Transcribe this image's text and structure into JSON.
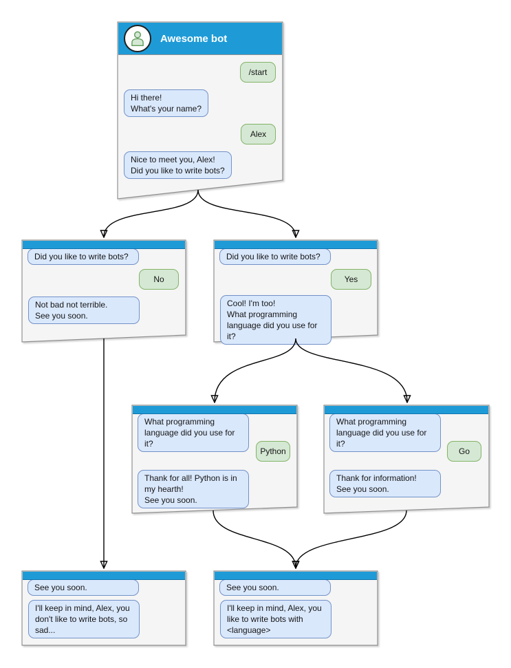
{
  "colors": {
    "titlebar_blue": "#1e9bd7",
    "titlebar_edge": "#0f74ad",
    "window_bg": "#f5f5f5",
    "window_border": "#8f8f8f",
    "bot_bubble_bg": "#dae8fc",
    "bot_bubble_border": "#7191c7",
    "user_bubble_bg": "#d5e8d4",
    "user_bubble_border": "#82b366",
    "arrow": "#000000"
  },
  "main_window": {
    "title": "Awesome bot",
    "messages": {
      "start": "/start",
      "greeting": "Hi there!\nWhat's your name?",
      "name": "Alex",
      "meet": "Nice to meet you, Alex!\nDid you like to write bots?"
    }
  },
  "no_branch": {
    "question": "Did you like to write bots?",
    "answer": "No",
    "reply": "Not bad not terrible.\nSee you soon."
  },
  "yes_branch": {
    "question": "Did you like to write bots?",
    "answer": "Yes",
    "reply": "Cool! I'm too!\nWhat programming\nlanguage did you use for it?"
  },
  "python_branch": {
    "question": "What programming\nlanguage did you use for it?",
    "answer": "Python",
    "reply": "Thank for all! Python is in\nmy hearth!\nSee you soon."
  },
  "go_branch": {
    "question": "What programming\nlanguage did you use for it?",
    "answer": "Go",
    "reply": "Thank for information!\nSee you soon."
  },
  "end_no": {
    "question": "See you soon.",
    "reply": "I'll keep in mind, Alex, you\ndon't like to write bots, so\nsad..."
  },
  "end_yes": {
    "question": "See you soon.",
    "reply": "I'll keep in mind, Alex, you\nlike to write bots with\n<language>"
  }
}
